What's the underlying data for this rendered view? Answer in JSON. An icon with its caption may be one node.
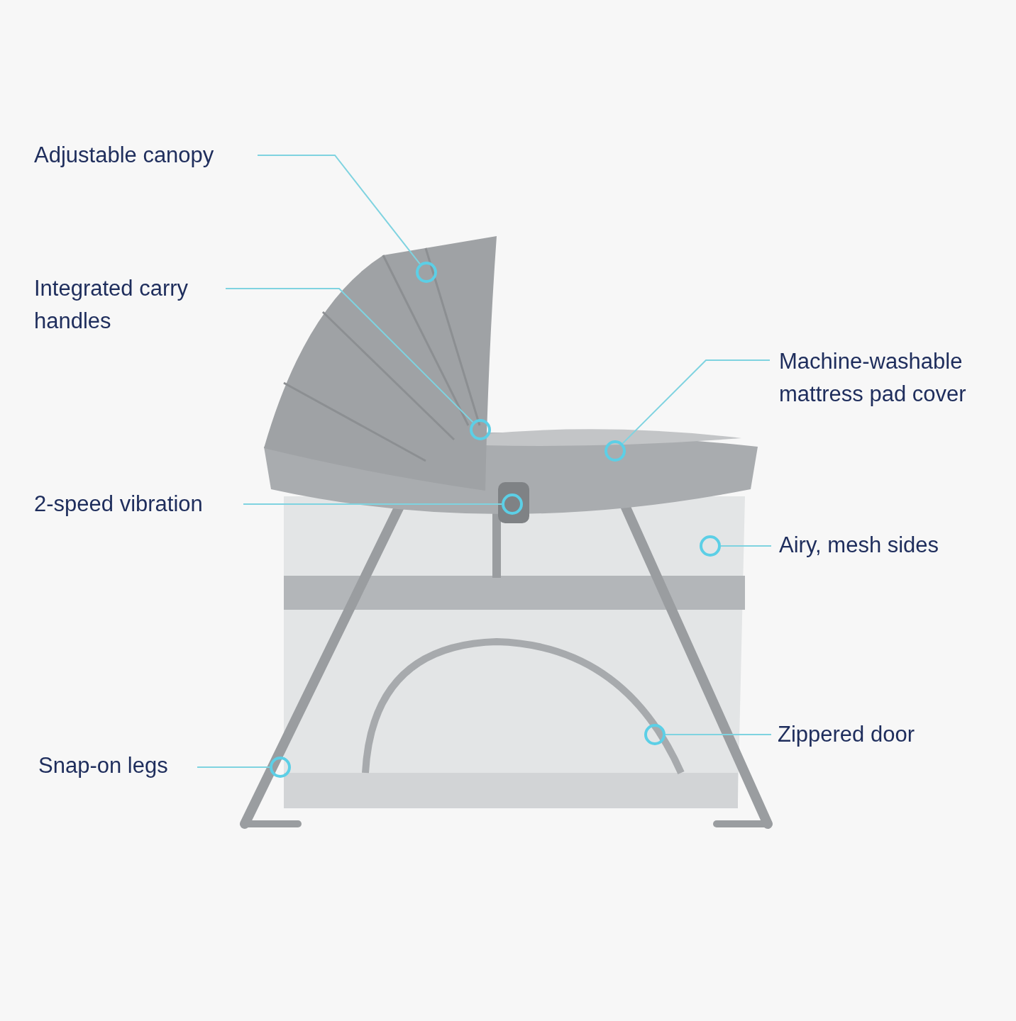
{
  "diagram": {
    "nodes": [
      {
        "text": [
          "Adjustable canopy"
        ]
      },
      {
        "text": [],
        "shape": "circle"
      },
      {
        "text": [
          "Integrated carry handles"
        ]
      },
      {
        "text": [],
        "shape": "circle"
      },
      {
        "text": [
          "Machine-washable mattress pad cover"
        ]
      },
      {
        "text": [],
        "shape": "circle"
      },
      {
        "text": [
          "2-speed vibration"
        ]
      },
      {
        "text": [],
        "shape": "circle"
      },
      {
        "text": [
          "Airy, mesh sides"
        ]
      },
      {
        "text": [],
        "shape": "circle"
      },
      {
        "text": [
          "Snap-on legs"
        ]
      },
      {
        "text": [],
        "shape": "circle"
      },
      {
        "text": [
          "Zippered door"
        ]
      },
      {
        "text": [],
        "shape": "circle"
      }
    ],
    "edges": [
      {
        "from": 0,
        "to": 1,
        "arrow": "none"
      },
      {
        "from": 2,
        "to": 3,
        "arrow": "none"
      },
      {
        "from": 4,
        "to": 5,
        "arrow": "none"
      },
      {
        "from": 6,
        "to": 7,
        "arrow": "none"
      },
      {
        "from": 8,
        "to": 9,
        "arrow": "none"
      },
      {
        "from": 10,
        "to": 11,
        "arrow": "none"
      },
      {
        "from": 12,
        "to": 13,
        "arrow": "none"
      }
    ]
  }
}
